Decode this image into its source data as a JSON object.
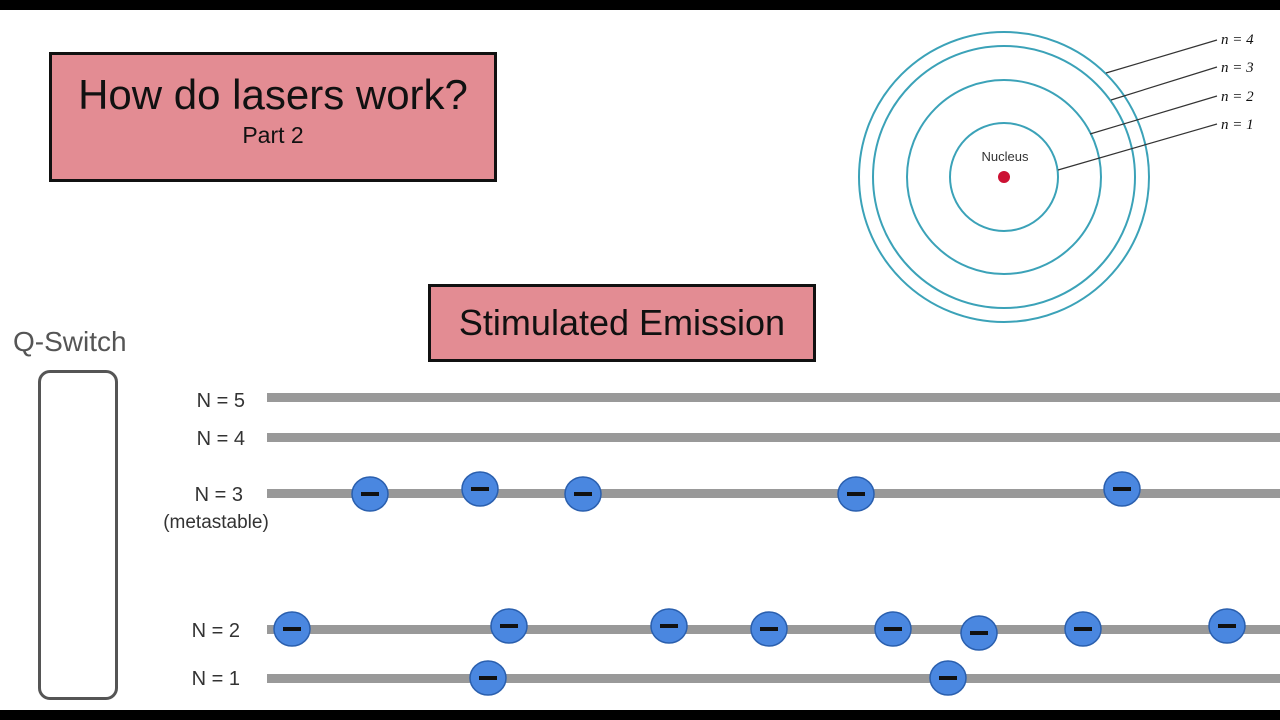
{
  "title": {
    "main": "How do lasers work?",
    "sub": "Part 2"
  },
  "section_title": "Stimulated Emission",
  "q_switch_label": "Q-Switch",
  "atom": {
    "nucleus_label": "Nucleus",
    "shells": [
      {
        "label": "n = 1"
      },
      {
        "label": "n = 2"
      },
      {
        "label": "n = 3"
      },
      {
        "label": "n = 4"
      }
    ],
    "colors": {
      "orbit": "#3ba2b8",
      "nucleus": "#cc1133",
      "leader": "#333333"
    }
  },
  "energy_levels": [
    {
      "label": "N = 5",
      "sublabel": "",
      "electron_count": 0
    },
    {
      "label": "N = 4",
      "sublabel": "",
      "electron_count": 0
    },
    {
      "label": "N = 3",
      "sublabel": "(metastable)",
      "electron_count": 5
    },
    {
      "label": "N = 2",
      "sublabel": "",
      "electron_count": 8
    },
    {
      "label": "N = 1",
      "sublabel": "",
      "electron_count": 2
    }
  ],
  "electron_symbol": "−",
  "colors": {
    "title_box": "#e38c93",
    "level_line": "#999999",
    "electron_fill": "#4a87e0",
    "electron_stroke": "#2a5fae"
  }
}
